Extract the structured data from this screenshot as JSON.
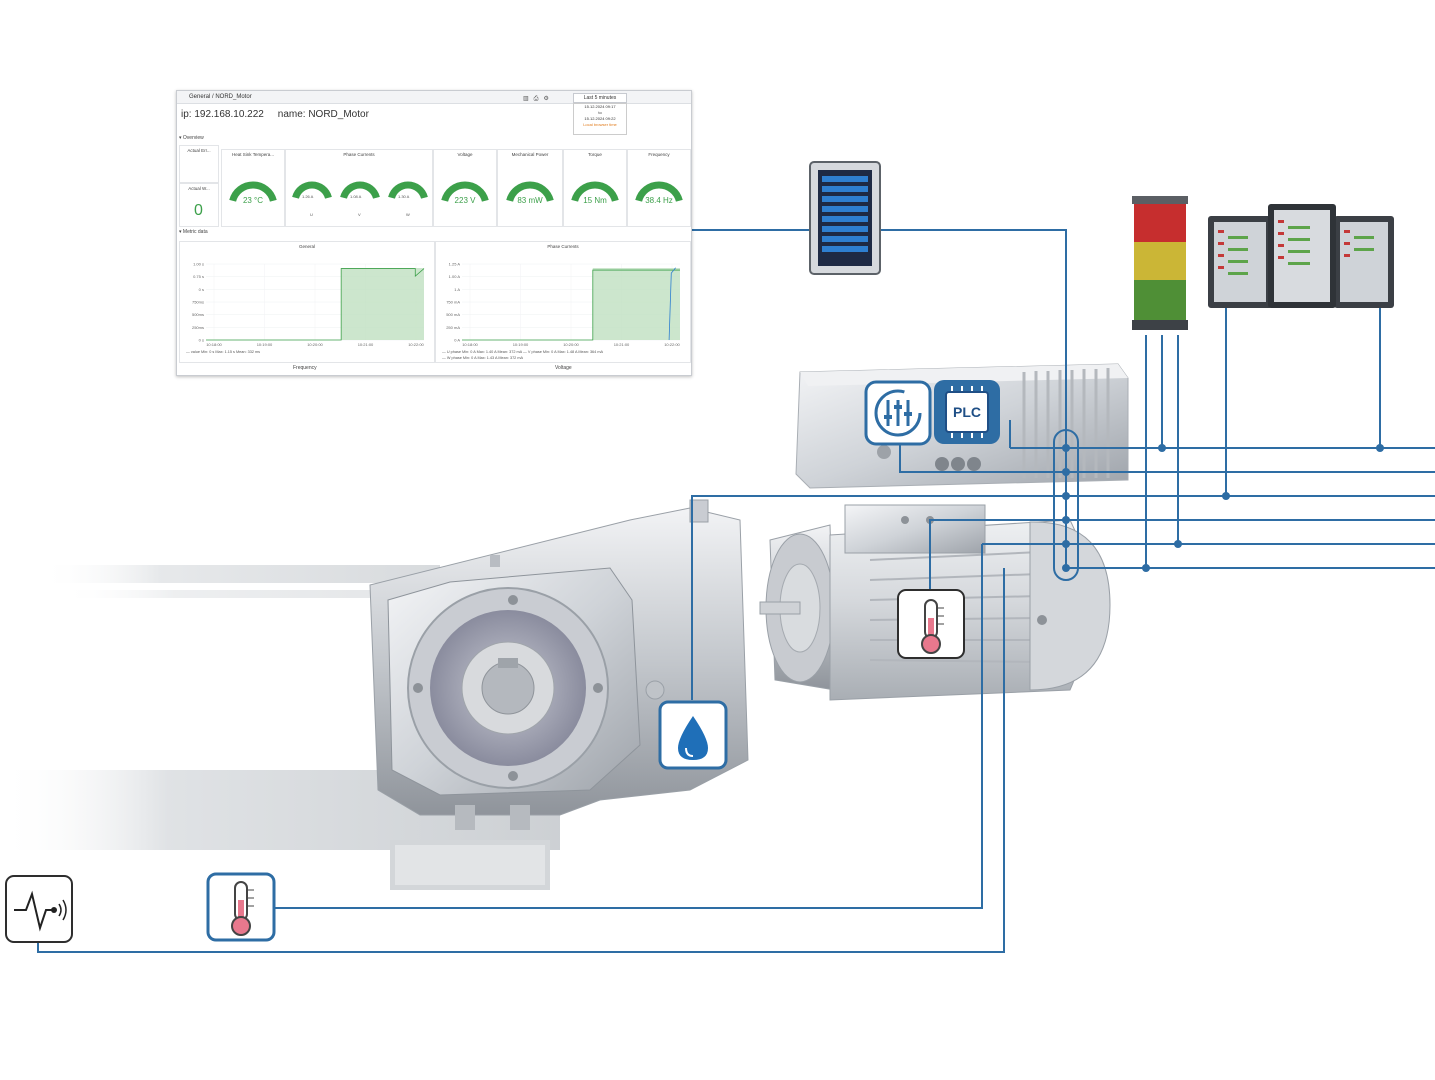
{
  "dashboard": {
    "breadcrumb": "General / NORD_Motor",
    "header_ip": "ip: 192.168.10.222",
    "header_name": "name: NORD_Motor",
    "time_range": "Last 5 minutes",
    "tooltip": {
      "line1": "15.12.2024 09:17",
      "line2": "to",
      "line3": "15.12.2024 09:22",
      "line4": "Local browser time"
    },
    "section_overview": "▾ Overview",
    "section_metric": "▾ Metric data",
    "panels": {
      "actual_err_title": "Actual Err...",
      "actual_w_title": "Actual W...",
      "actual_w_value": "0",
      "heat_sink_title": "Heat Sink Tempera...",
      "heat_sink_value": "23 °C",
      "phase_currents_title": "Phase Currents",
      "phase_u_value": "1.26 A",
      "phase_v_value": "1.08 A",
      "phase_w_value": "1.30 A",
      "phase_u_label": "U",
      "phase_v_label": "V",
      "phase_w_label": "W",
      "voltage_title": "Voltage",
      "voltage_value": "223 V",
      "mech_power_title": "Mechanical Power",
      "mech_power_value": "83 mW",
      "torque_title": "Torque",
      "torque_value": "15 Nm",
      "frequency_title": "Frequency",
      "frequency_value": "38.4 Hz"
    },
    "gauge_levels": {
      "heat_sink": 0.35,
      "phase_u": 0.45,
      "phase_v": 0.4,
      "phase_w": 0.45,
      "voltage": 0.7,
      "mech_power": 0.3,
      "torque": 0.3,
      "frequency": 0.75
    },
    "chart_general_title": "General",
    "chart_phase_title": "Phase Currents",
    "chart_general_yticks": [
      "1.00 s",
      "0.75 s",
      "0 s",
      "750ms",
      "500ms",
      "250ms",
      "0 s"
    ],
    "chart_general_xticks": [
      "10:18:00",
      "10:19:00",
      "10:20:00",
      "10:21:00",
      "10:22:00"
    ],
    "chart_phase_yticks": [
      "1.25 A",
      "1.00 A",
      "1 A",
      "750 mA",
      "500 mA",
      "250 mA",
      "0 A"
    ],
    "chart_phase_xticks": [
      "10:18:00",
      "10:19:00",
      "10:20:00",
      "10:21:00",
      "10:22:00"
    ],
    "chart_general_legend": "— value  Min: 0 s  Max: 1.15 s  Mean: 332 ms",
    "chart_phase_legend1": "— U phase  Min: 0 A  Max: 1.40 A  Mean: 372 mA   — V phase  Min: 0 A  Max: 1.48 A  Mean: 364 mA",
    "chart_phase_legend2": "— W phase  Min: 0 A  Max: 1.43 A  Mean: 372 mA",
    "footer_left": "Frequency",
    "footer_right": "Voltage"
  },
  "plc_label": "PLC",
  "colors": {
    "wire": "#2e6da4",
    "dash_green": "#3ca04a",
    "gauge_track": "#dfe3e6",
    "plc_fill": "#2e6da4",
    "thermo_red": "#e8788d"
  },
  "icons": [
    "hmi-panel-icon",
    "signal-tower-icon",
    "control-cabinet-icon",
    "settings-sliders-icon",
    "plc-chip-icon",
    "thermometer-icon",
    "water-drop-icon",
    "vibration-sensor-icon"
  ]
}
